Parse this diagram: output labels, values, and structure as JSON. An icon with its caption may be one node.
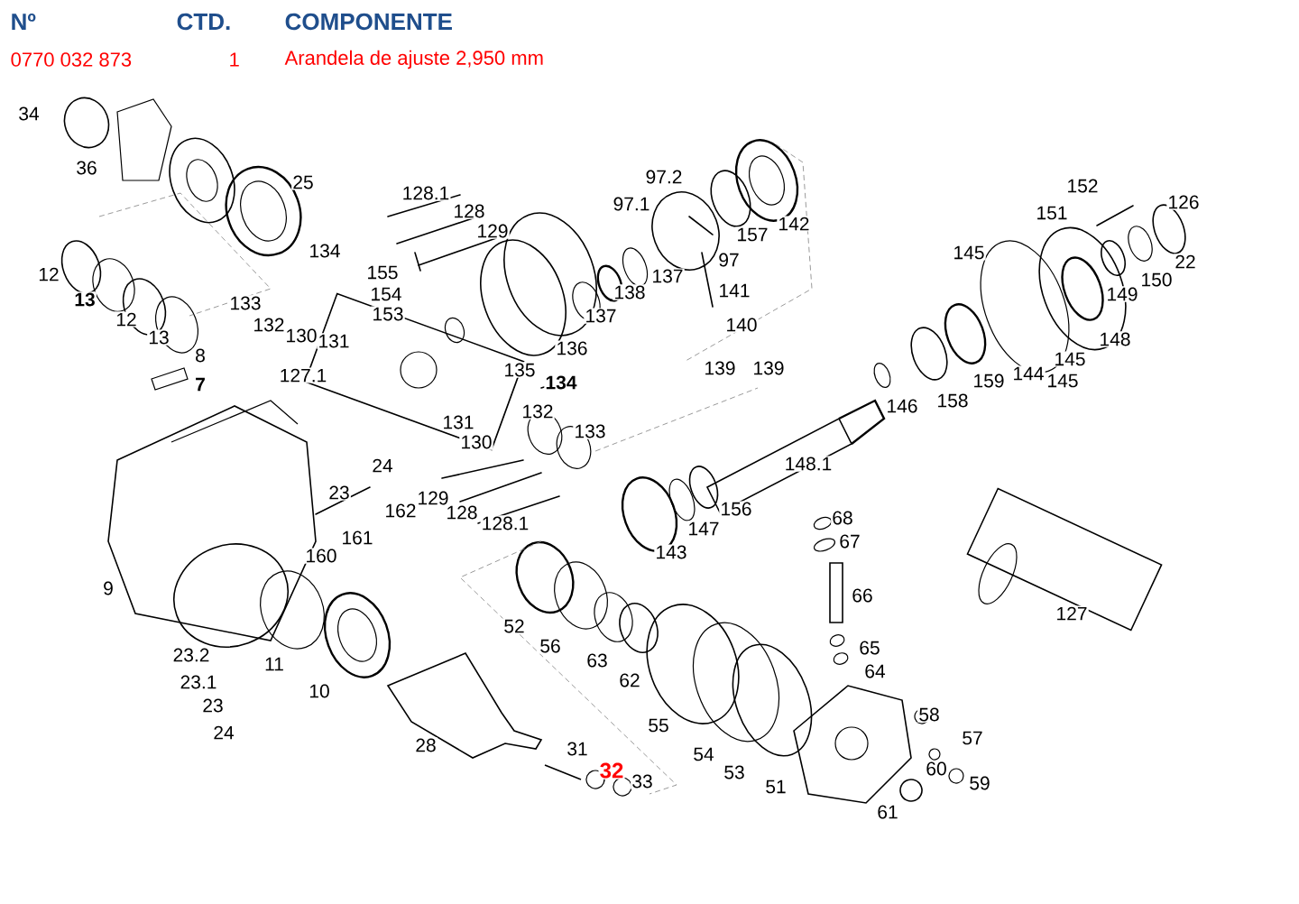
{
  "diagram": {
    "labels": [
      "Nº",
      "CTD.",
      "COMPONENTE",
      "0770 032 873",
      "1",
      "Arandela de ajuste 2,950 mm",
      "34",
      "36",
      "25",
      "128.1",
      "128",
      "129",
      "97.2",
      "97.1",
      "157",
      "142",
      "152",
      "126",
      "151",
      "145",
      "22",
      "150",
      "149",
      "146",
      "158",
      "159",
      "144",
      "145",
      "145",
      "148",
      "12",
      "13",
      "12",
      "13",
      "134",
      "133",
      "155",
      "154",
      "153",
      "132",
      "130",
      "131",
      "127.1",
      "8",
      "7",
      "135",
      "134",
      "131",
      "130",
      "132",
      "133",
      "24",
      "23",
      "129",
      "162",
      "128",
      "128.1",
      "161",
      "160",
      "9",
      "137",
      "136",
      "138",
      "137",
      "97",
      "141",
      "140",
      "139",
      "139",
      "148.1",
      "156",
      "147",
      "143",
      "68",
      "67",
      "66",
      "65",
      "64",
      "127",
      "52",
      "56",
      "63",
      "62",
      "55",
      "54",
      "53",
      "51",
      "58",
      "57",
      "60",
      "59",
      "61",
      "11",
      "10",
      "23.2",
      "23.1",
      "23",
      "24",
      "28",
      "31",
      "32",
      "33"
    ]
  }
}
